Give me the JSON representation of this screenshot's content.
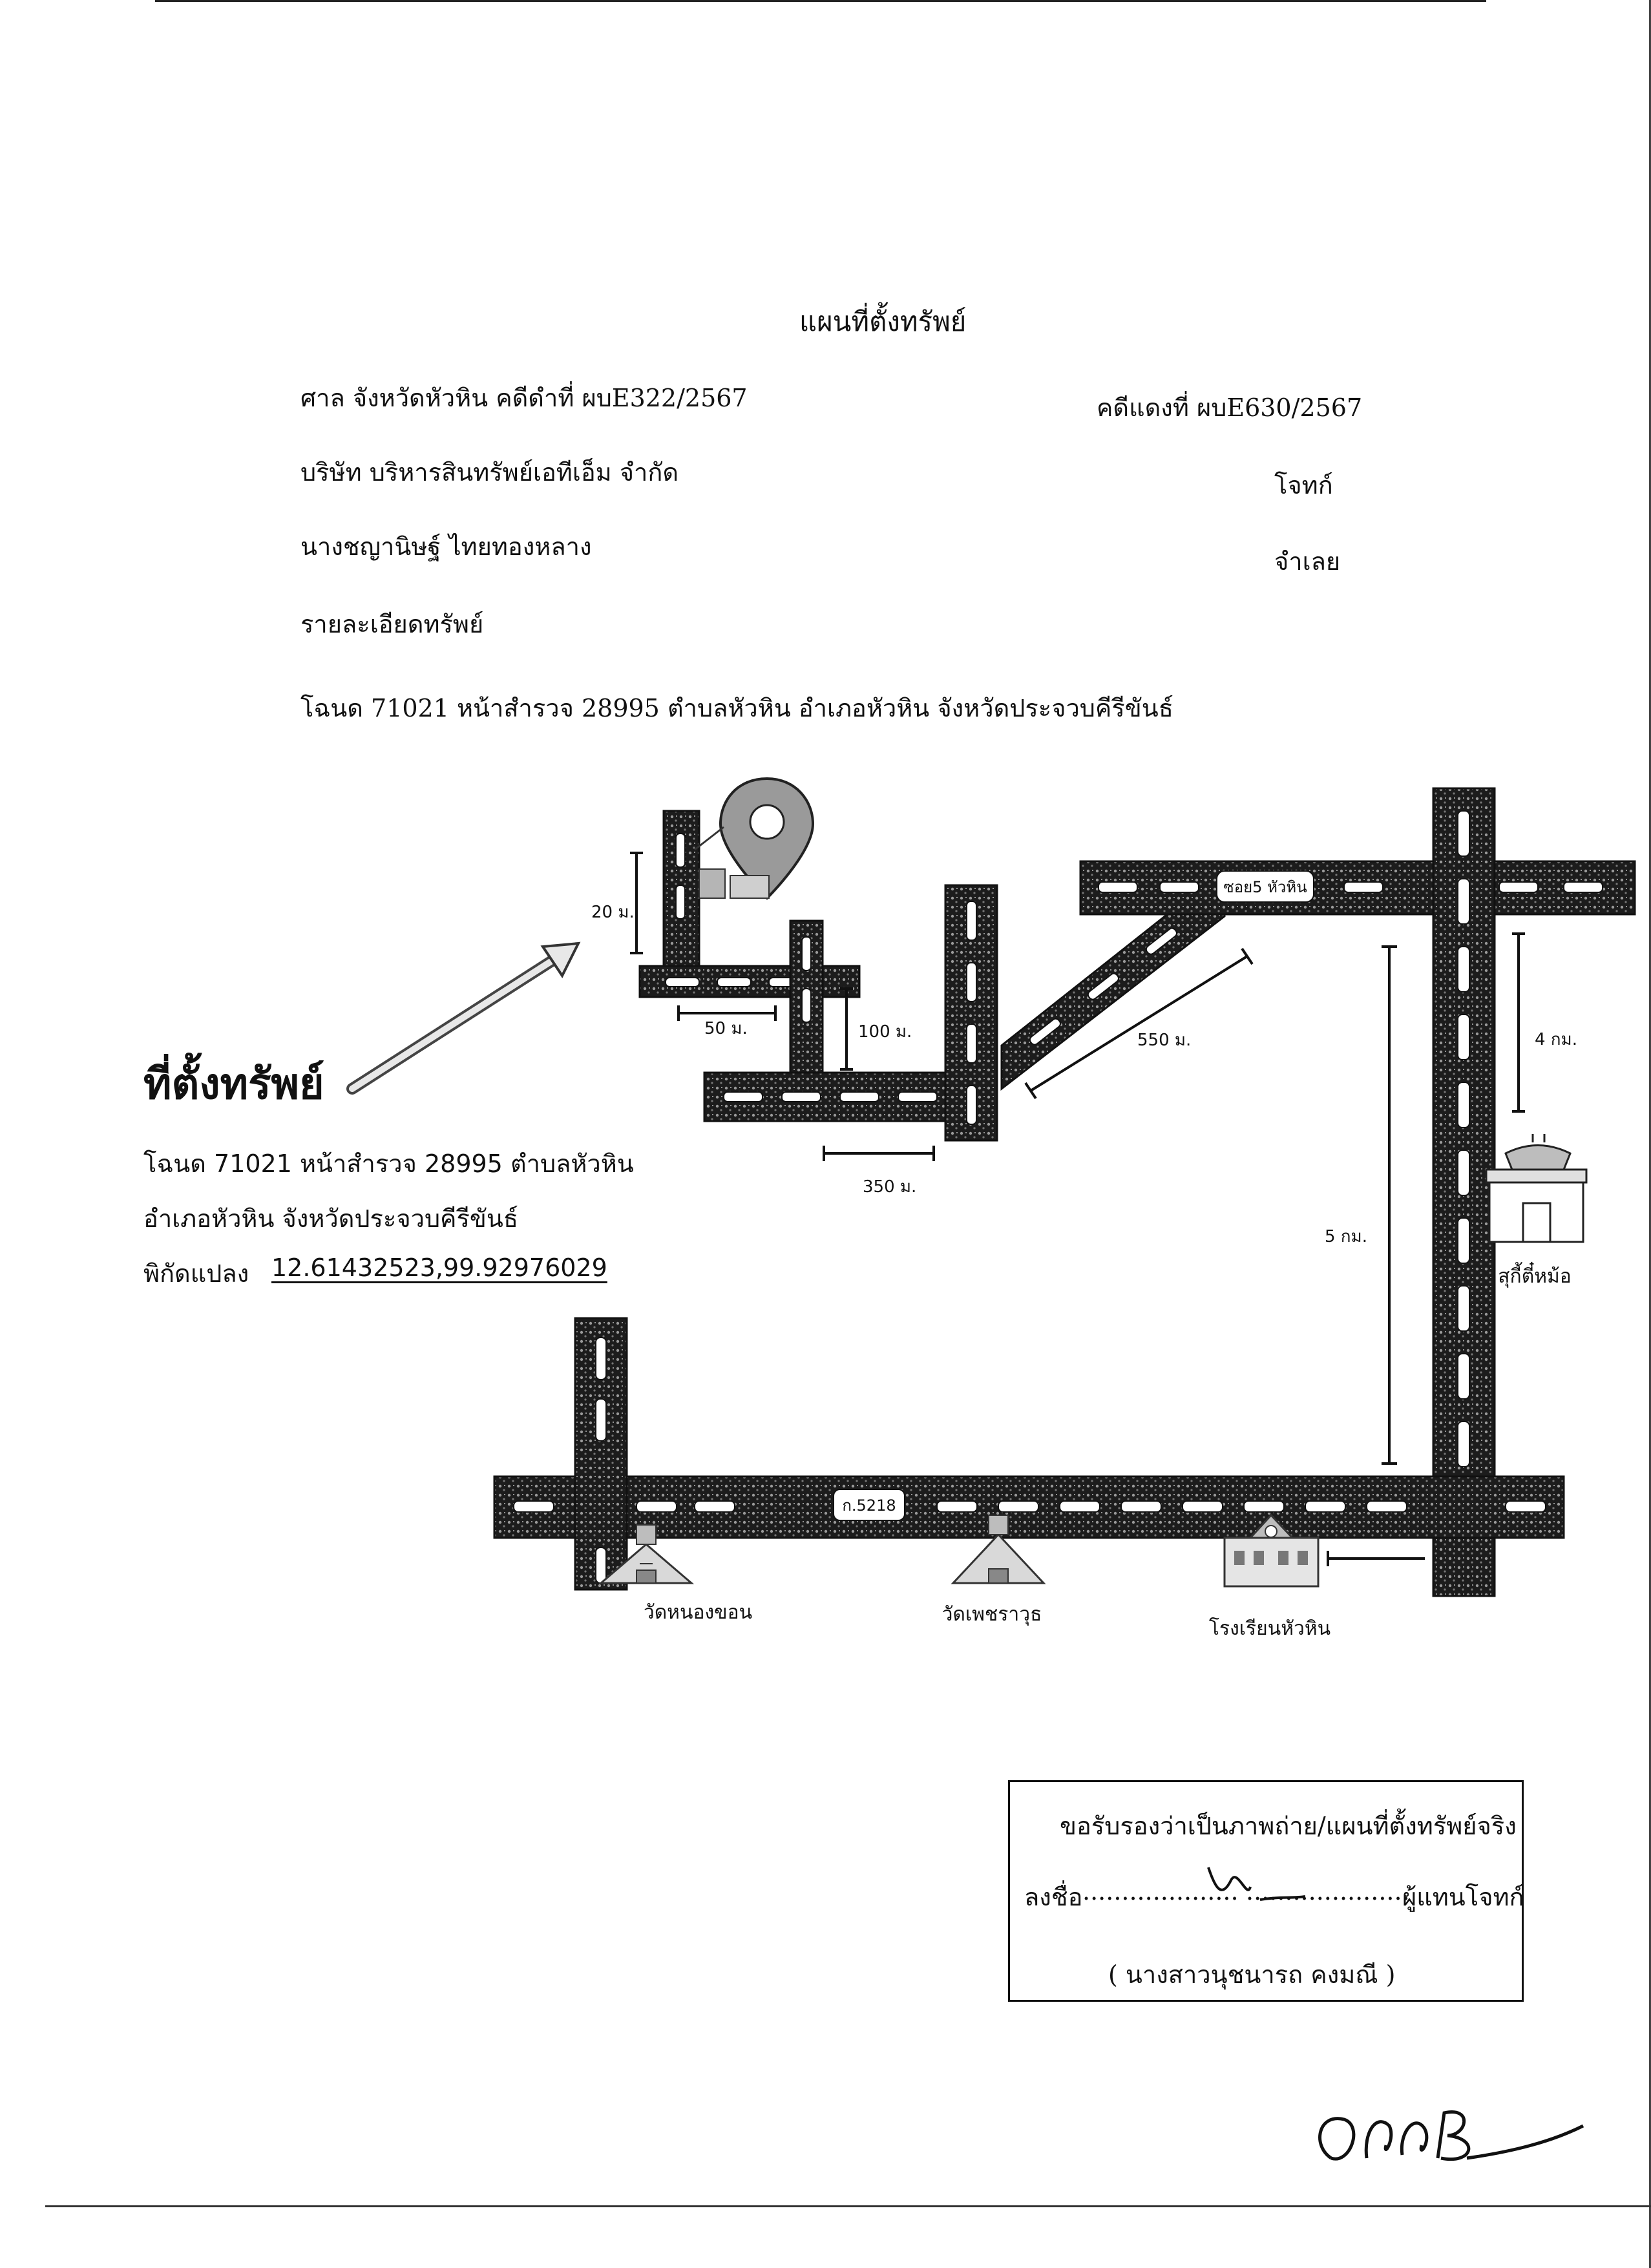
{
  "document": {
    "title": "แผนที่ตั้งทรัพย์",
    "court_line": "ศาล  จังหวัดหัวหิน  คดีดำที่ ผบE322/2567",
    "red_case": "คดีแดงที่ ผบE630/2567",
    "plaintiff_name": "บริษัท บริหารสินทรัพย์เอทีเอ็ม จำกัด",
    "plaintiff_role": "โจทก์",
    "defendant_name": "นางชญานิษฐ์ ไทยทองหลาง",
    "defendant_role": "จำเลย",
    "details_heading": "รายละเอียดทรัพย์",
    "deed_line": "โฉนด 71021 หน้าสำรวจ 28995 ตำบลหัวหิน อำเภอหัวหิน จังหวัดประจวบคีรีขันธ์"
  },
  "property": {
    "heading": "ที่ตั้งทรัพย์",
    "deed": "โฉนด 71021 หน้าสำรวจ 28995 ตำบลหัวหิน",
    "district": "อำเภอหัวหิน จังหวัดประจวบคีรีขันธ์",
    "coord_label": "พิกัดแปลง",
    "coordinates": "12.61432523,99.92976029"
  },
  "map": {
    "distances": {
      "d20": "20 ม.",
      "d50": "50 ม.",
      "d100": "100 ม.",
      "d350": "350 ม.",
      "d550": "550 ม.",
      "d4km": "4 กม.",
      "d5km": "5 กม."
    },
    "road_labels": {
      "soi": "ซอย5 หัวหิน",
      "highway": "ก.5218"
    },
    "landmarks": {
      "temple1": "วัดหนองขอน",
      "temple2": "วัดเพชราวุธ",
      "school": "โรงเรียนหัวหิน",
      "restaurant": "สุกี้ตี๋หม้อ"
    },
    "icons": [
      "location-pin-icon",
      "house-icon",
      "arrow-icon",
      "temple-icon",
      "school-icon",
      "restaurant-icon"
    ]
  },
  "certification": {
    "statement": "ขอรับรองว่าเป็นภาพถ่าย/แผนที่ตั้งทรัพย์จริง",
    "sign_prefix": "ลงชื่อ",
    "dots_left": "....................",
    "dots_right": ".....................",
    "signer_role": "ผู้แทนโจทก์",
    "signer_name": "( นางสาวนุชนารถ คงมณี )"
  }
}
